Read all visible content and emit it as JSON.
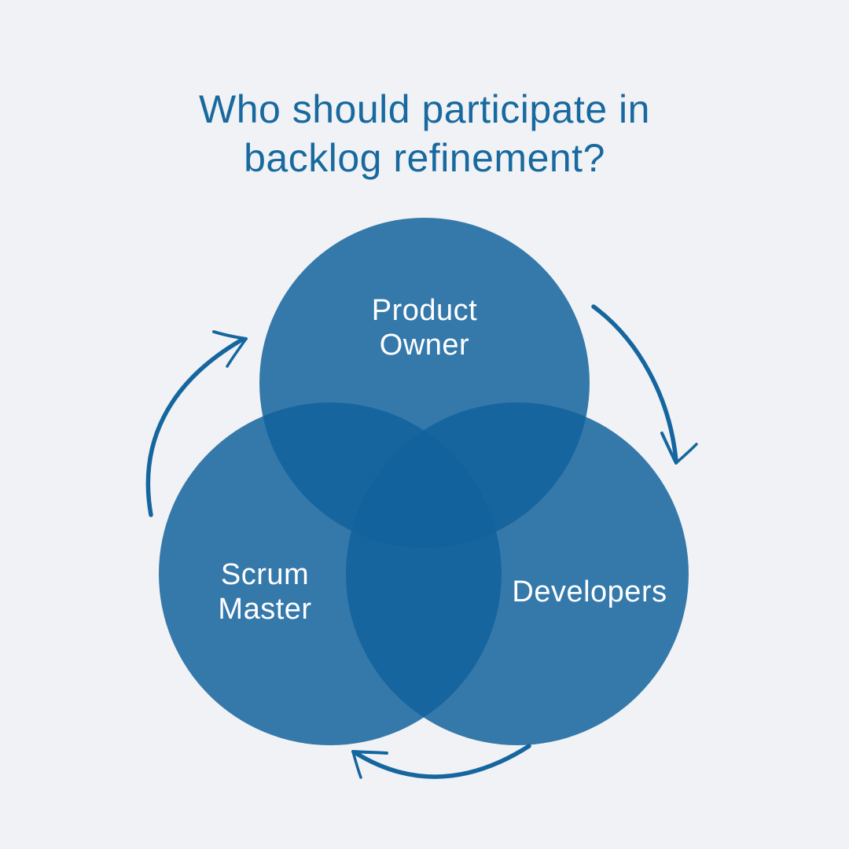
{
  "title": {
    "full": "Who should participate in backlog refinement?",
    "lines": [
      "Who should participate in",
      "backlog refinement?"
    ]
  },
  "venn": {
    "circles": [
      {
        "id": "product-owner",
        "label": "Product Owner",
        "position": "top"
      },
      {
        "id": "scrum-master",
        "label": "Scrum Master",
        "position": "bottom-left"
      },
      {
        "id": "developers",
        "label": "Developers",
        "position": "bottom-right"
      }
    ]
  },
  "arrows": [
    {
      "icon": "curved-arrow-icon",
      "from": "scrum-master",
      "to": "product-owner",
      "side": "left",
      "direction": "clockwise"
    },
    {
      "icon": "curved-arrow-icon",
      "from": "product-owner",
      "to": "developers",
      "side": "right",
      "direction": "clockwise"
    },
    {
      "icon": "curved-arrow-icon",
      "from": "developers",
      "to": "scrum-master",
      "side": "bottom",
      "direction": "clockwise"
    }
  ],
  "colors": {
    "background": "#f0f2f5",
    "title_text": "#17699f",
    "circle_base": "#11629c",
    "circle_opacity": "0.84",
    "circle_single_observed": "#3579aa",
    "circle_double_overlap_observed": "#17669e",
    "circle_triple_overlap_observed": "#12639c",
    "label_text": "#ffffff",
    "arrow": "#15669f"
  }
}
